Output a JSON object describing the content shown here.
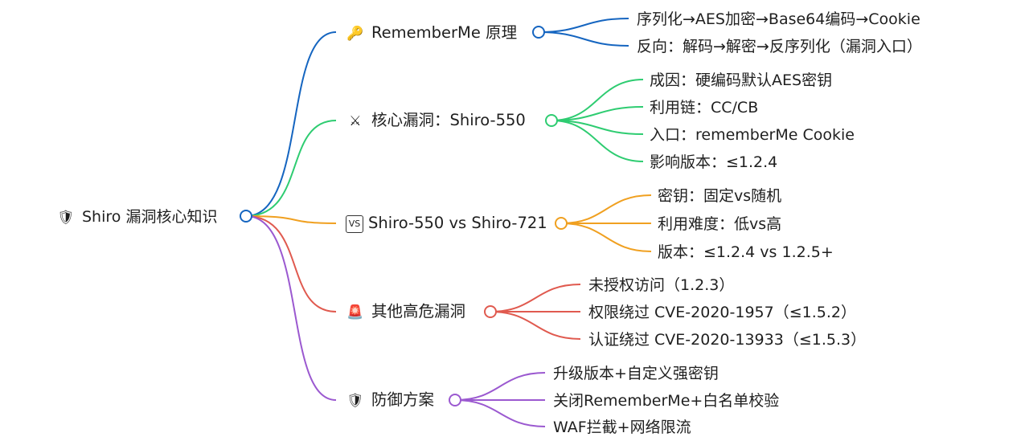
{
  "root": {
    "icon": "shield-icon",
    "label": "Shiro 漏洞核心知识",
    "color": "#1565c0"
  },
  "branches": [
    {
      "icon": "key-icon",
      "label": "RememberMe 原理",
      "color": "#1565c0",
      "children": [
        "序列化→AES加密→Base64编码→Cookie",
        "反向：解码→解密→反序列化（漏洞入口）"
      ]
    },
    {
      "icon": "crossed-swords-icon",
      "label": "核心漏洞：Shiro-550",
      "color": "#2ecc71",
      "children": [
        "成因：硬编码默认AES密钥",
        "利用链：CC/CB",
        "入口：rememberMe Cookie",
        "影响版本：≤1.2.4"
      ]
    },
    {
      "icon": "vs-icon",
      "label": "Shiro-550 vs Shiro-721",
      "color": "#f0a020",
      "children": [
        "密钥：固定vs随机",
        "利用难度：低vs高",
        "版本：≤1.2.4 vs 1.2.5+"
      ]
    },
    {
      "icon": "siren-icon",
      "label": "其他高危漏洞",
      "color": "#e05a4f",
      "children": [
        "未授权访问（1.2.3）",
        "权限绕过 CVE-2020-1957（≤1.5.2）",
        "认证绕过 CVE-2020-13933（≤1.5.3）"
      ]
    },
    {
      "icon": "shield-icon",
      "label": "防御方案",
      "color": "#9b59d0",
      "children": [
        "升级版本+自定义强密钥",
        "关闭RememberMe+白名单校验",
        "WAF拦截+网络限流"
      ]
    }
  ]
}
